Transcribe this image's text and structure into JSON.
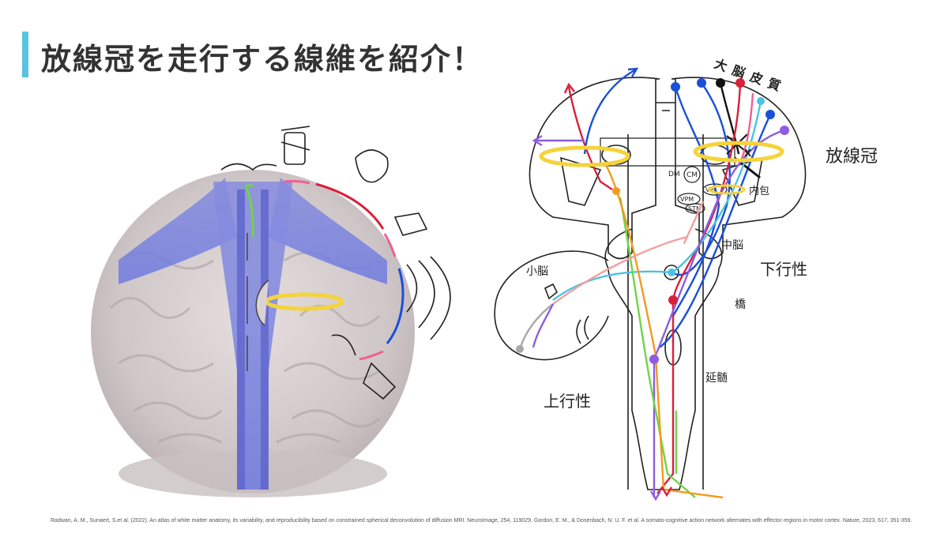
{
  "slide": {
    "title": "放線冠を走行する線維を紹介！",
    "accent_color": "#58c4e0"
  },
  "diagram": {
    "label_cortex": "大脳皮質",
    "label_corona_radiata": "放線冠",
    "label_internal_capsule": "内包",
    "label_midbrain": "中脳",
    "label_descending": "下行性",
    "label_pons": "橋",
    "label_medulla": "延髄",
    "label_ascending": "上行性",
    "label_cerebellum": "小脳",
    "label_dm": "DM",
    "label_cm": "CM",
    "label_vpm": "VPM",
    "label_vpl": "VPL",
    "label_stn": "STN",
    "label_x": "X",
    "tract_colors": {
      "blue": "#1a4fd8",
      "red": "#d9203a",
      "black": "#111111",
      "pink": "#f0608f",
      "cyan": "#4cc3e0",
      "purple": "#8e5ce0",
      "green": "#6fd44a",
      "orange": "#f39a1e",
      "gray": "#a8a8a8",
      "salmon": "#f3a0a0",
      "halo": "#f5d33a"
    }
  },
  "references": "Radwan, A. M., Sunaert, S.et al. (2022). An atlas of white matter anatomy, its variability, and reproducibility based on constrained spherical deconvolution of diffusion MRI. NeuroImage, 254, 119029.   Gordon, E. M., & Dosenbach, N. U. F. et al. A somato-cognitive action network alternates with effector regions in motor cortex. Nature, 2023, 617, 351-359."
}
